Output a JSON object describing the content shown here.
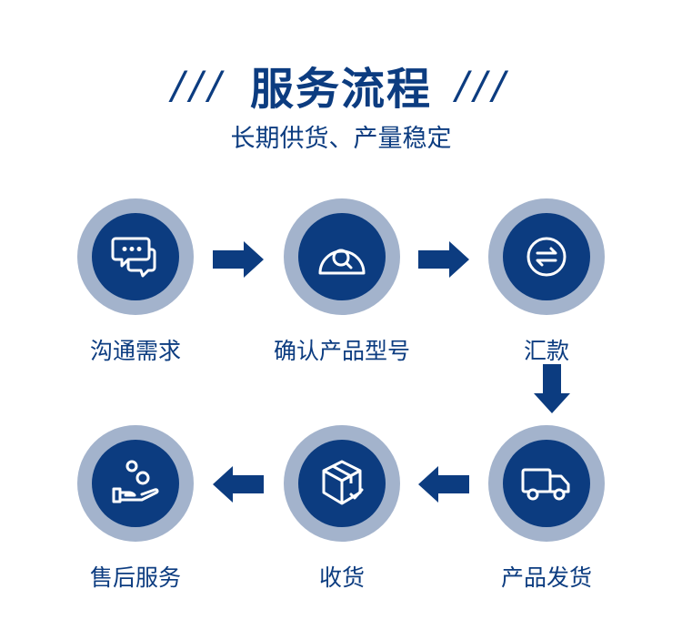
{
  "header": {
    "slashes_left": "///",
    "title": "服务流程",
    "slashes_right": "///",
    "subtitle": "长期供货、产量稳定"
  },
  "steps": [
    {
      "label": "沟通需求",
      "icon": "chat-bubbles-icon"
    },
    {
      "label": "确认产品型号",
      "icon": "search-icon"
    },
    {
      "label": "汇款",
      "icon": "exchange-icon"
    },
    {
      "label": "产品发货",
      "icon": "truck-icon"
    },
    {
      "label": "收货",
      "icon": "package-icon"
    },
    {
      "label": "售后服务",
      "icon": "hand-service-icon"
    }
  ],
  "colors": {
    "primary": "#0c3c80",
    "ring": "#a3b3cc",
    "background": "#ffffff"
  }
}
